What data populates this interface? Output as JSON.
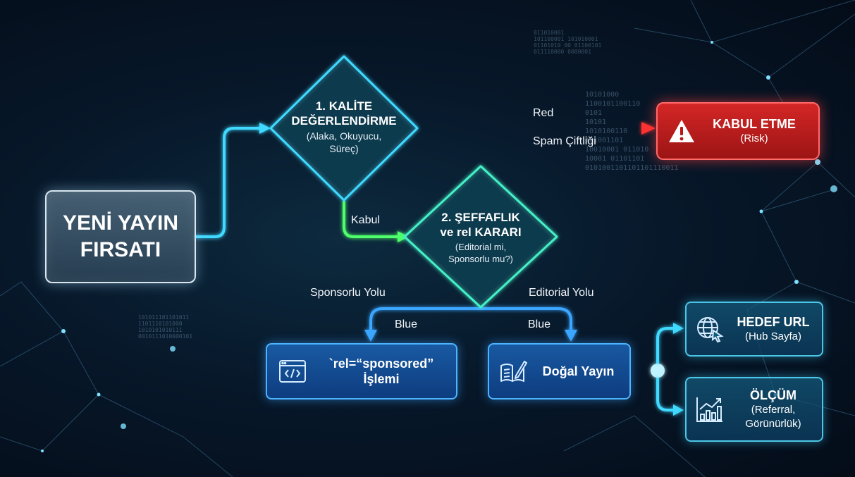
{
  "start": {
    "line1": "YENİ YAYIN",
    "line2": "FIRSATI"
  },
  "decision1": {
    "title1": "1. KALİTE",
    "title2": "DEĞERLENDİRME",
    "sub1": "(Alaka, Okuyucu,",
    "sub2": "Süreç)"
  },
  "decision2": {
    "title1": "2. ŞEFFAFLIK",
    "title2": "ve rel KARARI",
    "sub1": "(Editorial mi,",
    "sub2": "Sponsorlu mu?)"
  },
  "reject": {
    "title": "KABUL ETME",
    "sub": "(Risk)",
    "icon": "warning-icon"
  },
  "edges": {
    "red_label": "Red",
    "red_sublabel": "Spam Çiftliği",
    "accept_label": "Kabul",
    "sponsored_path": "Sponsorlu Yolu",
    "editorial_path": "Editorial Yolu",
    "sponsored_color": "Blue",
    "editorial_color": "Blue"
  },
  "sponsored": {
    "line1": "`rel=“sponsored”",
    "line2": "İşlemi",
    "icon": "code-icon"
  },
  "natural": {
    "label": "Doğal Yayın",
    "icon": "book-pen-icon"
  },
  "target": {
    "title": "HEDEF URL",
    "sub": "(Hub Sayfa)",
    "icon": "globe-cursor-icon"
  },
  "measure": {
    "title": "ÖLÇÜM",
    "sub1": "(Referral,",
    "sub2": "Görünürlük)",
    "icon": "chart-icon"
  },
  "colors": {
    "cyan": "#3fd9ff",
    "green": "#4dff6a",
    "red": "#ff3030",
    "blue": "#3aa6ff"
  },
  "binary_text": {
    "top": "011010001\n101100001 101010001\n01101010 00 01100101\n011110000 0000001",
    "right": "10101000\n1100101100110\n0101\n10101\n1010100110\n101001101\n10010001 011010\n10001 01101101\n0101001101101101110011",
    "left": "101011101101011\n1101110101000\n1010101010111\n0010111010000101"
  }
}
